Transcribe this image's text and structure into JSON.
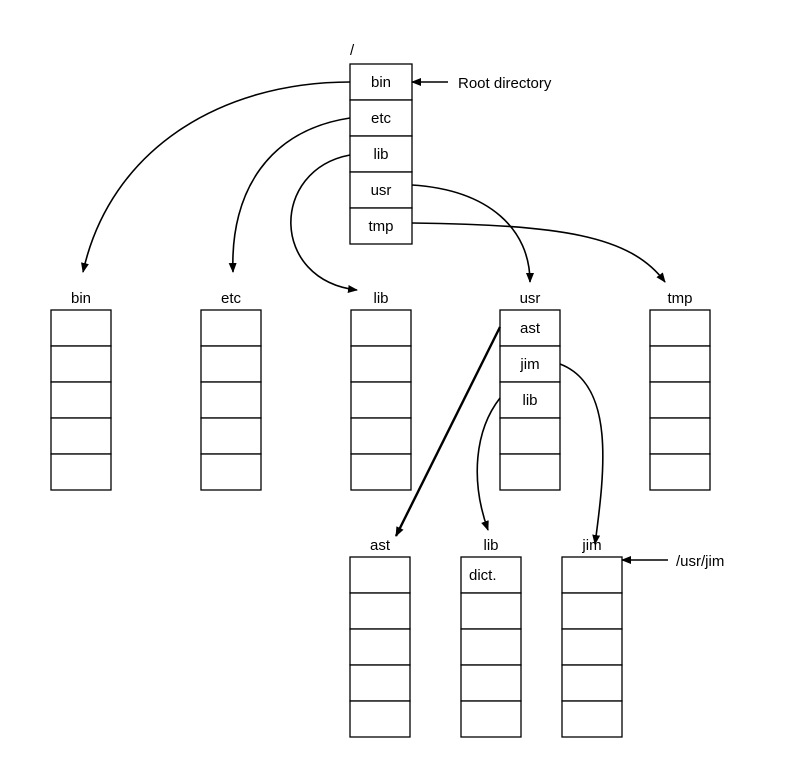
{
  "root": {
    "label": "/",
    "entries": [
      "bin",
      "etc",
      "lib",
      "usr",
      "tmp"
    ],
    "callout": "Root directory"
  },
  "second_level": [
    {
      "label": "bin",
      "entries": [
        "",
        "",
        "",
        "",
        ""
      ]
    },
    {
      "label": "etc",
      "entries": [
        "",
        "",
        "",
        "",
        ""
      ]
    },
    {
      "label": "lib",
      "entries": [
        "",
        "",
        "",
        "",
        ""
      ]
    },
    {
      "label": "usr",
      "entries": [
        "ast",
        "jim",
        "lib",
        "",
        ""
      ]
    },
    {
      "label": "tmp",
      "entries": [
        "",
        "",
        "",
        "",
        ""
      ]
    }
  ],
  "third_level": [
    {
      "label": "ast",
      "entries": [
        "",
        "",
        "",
        "",
        ""
      ]
    },
    {
      "label": "lib",
      "entries": [
        "dict.",
        "",
        "",
        "",
        ""
      ]
    },
    {
      "label": "jim",
      "entries": [
        "",
        "",
        "",
        "",
        ""
      ]
    }
  ],
  "jim_callout": "/usr/jim"
}
